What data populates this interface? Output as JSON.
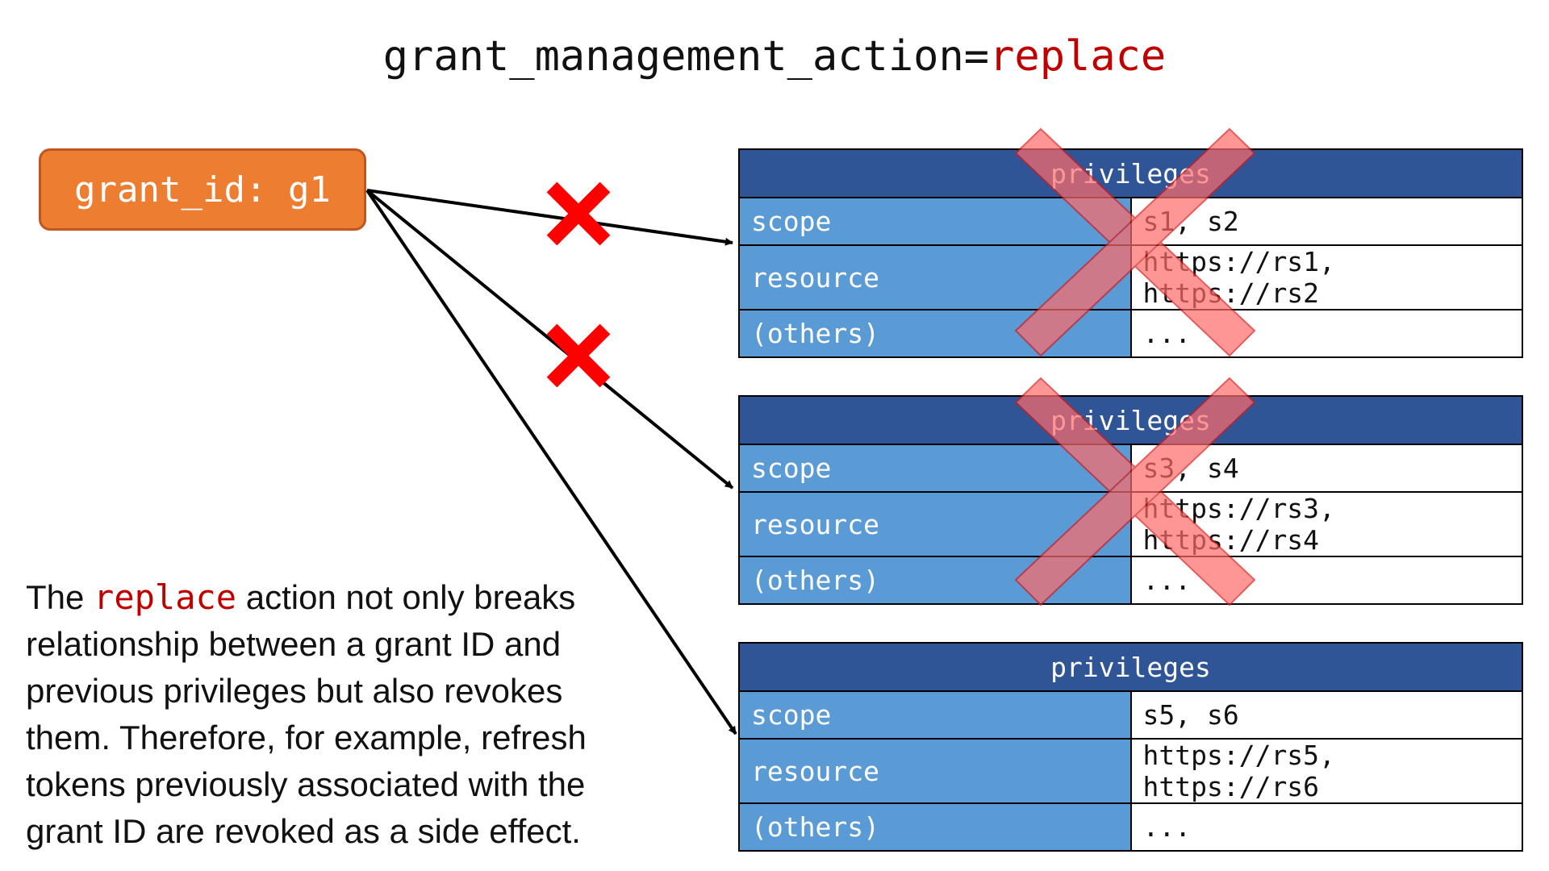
{
  "title": {
    "prefix": "grant_management_action=",
    "action": "replace"
  },
  "grant": {
    "label": "grant_id: g1"
  },
  "tables": [
    {
      "header": "privileges",
      "revoked": true,
      "rows": [
        {
          "key": "scope",
          "value": "s1, s2"
        },
        {
          "key": "resource",
          "value": "https://rs1, https://rs2"
        },
        {
          "key": "(others)",
          "value": "..."
        }
      ]
    },
    {
      "header": "privileges",
      "revoked": true,
      "rows": [
        {
          "key": "scope",
          "value": "s3, s4"
        },
        {
          "key": "resource",
          "value": "https://rs3, https://rs4"
        },
        {
          "key": "(others)",
          "value": "..."
        }
      ]
    },
    {
      "header": "privileges",
      "revoked": false,
      "rows": [
        {
          "key": "scope",
          "value": "s5, s6"
        },
        {
          "key": "resource",
          "value": "https://rs5, https://rs6"
        },
        {
          "key": "(others)",
          "value": "..."
        }
      ]
    }
  ],
  "description": {
    "before": "The ",
    "code": "replace",
    "after": " action not only breaks relationship between a grant ID and previous privileges but also revokes them. Therefore, for example, refresh tokens previously associated with the grant ID are revoked as a side effect."
  },
  "colors": {
    "accent_red": "#c00000",
    "grant_box": "#ed7d31",
    "table_header": "#2f5597",
    "table_key": "#5b9bd5",
    "broken_link_mark": "#ff0000",
    "revoked_overlay": "#ff6b6b"
  }
}
